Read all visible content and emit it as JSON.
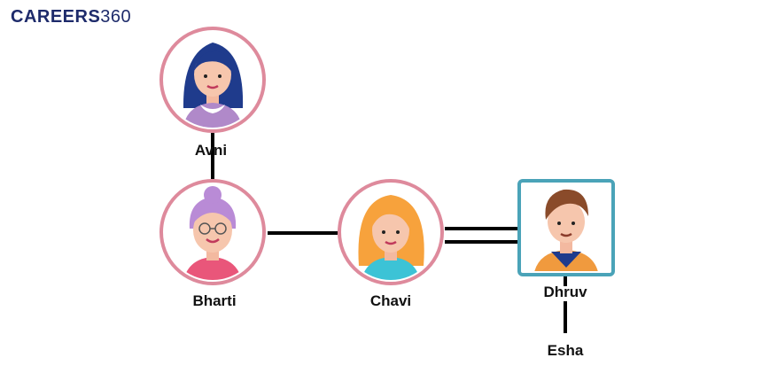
{
  "logo": {
    "brand": "CAREERS",
    "number": "360"
  },
  "people": {
    "avni": {
      "name": "Avni",
      "avatar": "girl-blue-hair-icon"
    },
    "bharti": {
      "name": "Bharti",
      "avatar": "elderly-woman-purple-hair-icon"
    },
    "chavi": {
      "name": "Chavi",
      "avatar": "woman-orange-hair-icon"
    },
    "dhruv": {
      "name": "Dhruv",
      "avatar": "man-brown-hair-icon"
    },
    "esha": {
      "name": "Esha"
    }
  },
  "colors": {
    "female_ring": "#de8a9c",
    "male_frame": "#4aa3b8",
    "connector": "#000000",
    "brand": "#1e2b6b"
  }
}
